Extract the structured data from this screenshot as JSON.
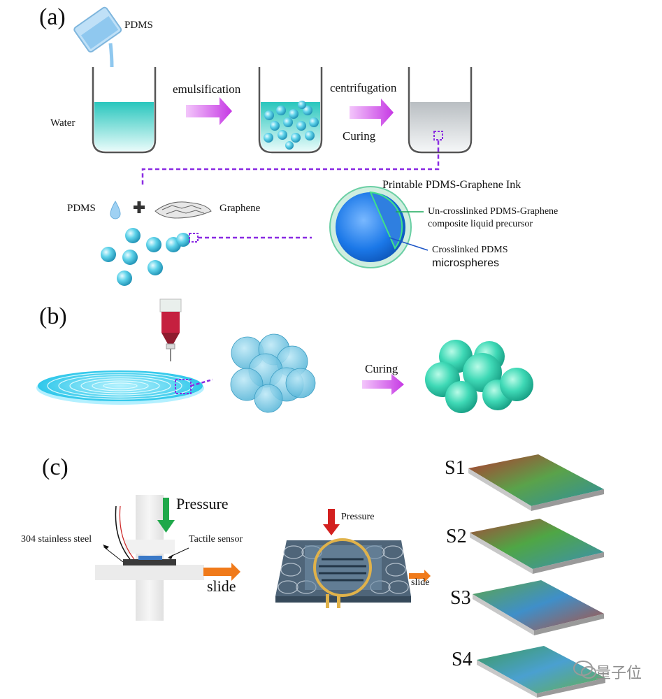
{
  "panel_a": {
    "letter": "(a)",
    "pdms_top": "PDMS",
    "water": "Water",
    "emulsification": "emulsification",
    "centrifugation": "centrifugation",
    "curing": "Curing",
    "pdms_ingredient": "PDMS",
    "graphene": "Graphene",
    "ink_title": "Printable PDMS-Graphene Ink",
    "uncrosslinked_line1": "Un-crosslinked PDMS-Graphene",
    "uncrosslinked_line2": "composite liquid precursor",
    "crosslinked_line1": "Crosslinked PDMS",
    "crosslinked_line2": "microspheres"
  },
  "panel_b": {
    "letter": "(b)",
    "curing": "Curing"
  },
  "panel_c": {
    "letter": "(c)",
    "pressure_left": "Pressure",
    "stainless": "304 stainless steel",
    "tactile": "Tactile sensor",
    "slide_left": "slide",
    "pressure_mid": "Pressure",
    "slide_mid": "slide",
    "samples": [
      "S1",
      "S2",
      "S3",
      "S4"
    ]
  },
  "watermark": "量子位",
  "colors": {
    "teal": "#3fcfc4",
    "cyan_sphere": "#5fd3ea",
    "arrow_magenta": "#d14be8",
    "dash_purple": "#8a2be2",
    "pressure_green": "#1fa84a",
    "pressure_red": "#d3201f",
    "slide_orange": "#f07a1a"
  }
}
